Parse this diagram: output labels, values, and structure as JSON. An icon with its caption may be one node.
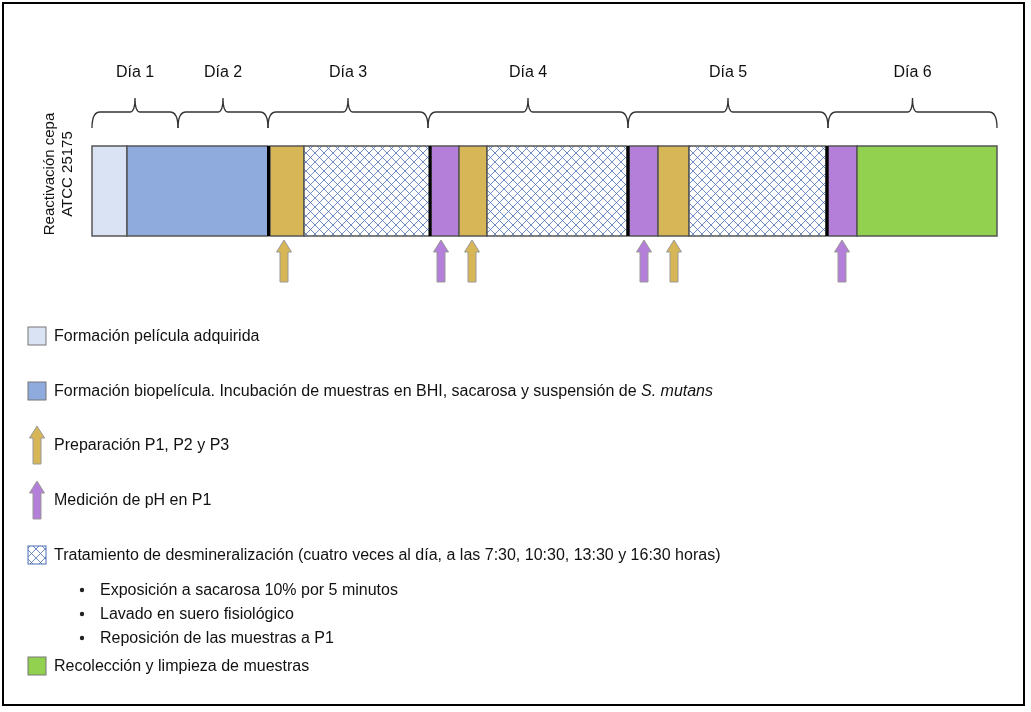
{
  "diagram": {
    "labels": [
      "Día 1",
      "Día 2",
      "Día 3",
      "Día 4",
      "Día 5",
      "Día 6",
      "Reactivación cepa ATCC 25175",
      "Exposición a sacarosa 10% por 5 minutos",
      "Lavado en suero fisiológico",
      "Reposición de las muestras a P1"
    ],
    "legend": [
      {
        "text": "Formación película adquirida",
        "color": "#dae3f3"
      },
      {
        "text": "Formación biopelícula. Incubación de muestras en BHI, sacarosa y suspensión de *S. mutans*",
        "color": "#8faadc"
      },
      {
        "text": "Preparación P1, P2 y P3"
      },
      {
        "text": "Medición de pH en P1"
      },
      {
        "text": "Tratamiento de desmineralización (cuatro veces al día, a las 7:30, 10:30, 13:30 y 16:30 horas)"
      },
      {
        "text": "Recolección y limpieza de muestras",
        "color": "#92d050"
      }
    ]
  }
}
